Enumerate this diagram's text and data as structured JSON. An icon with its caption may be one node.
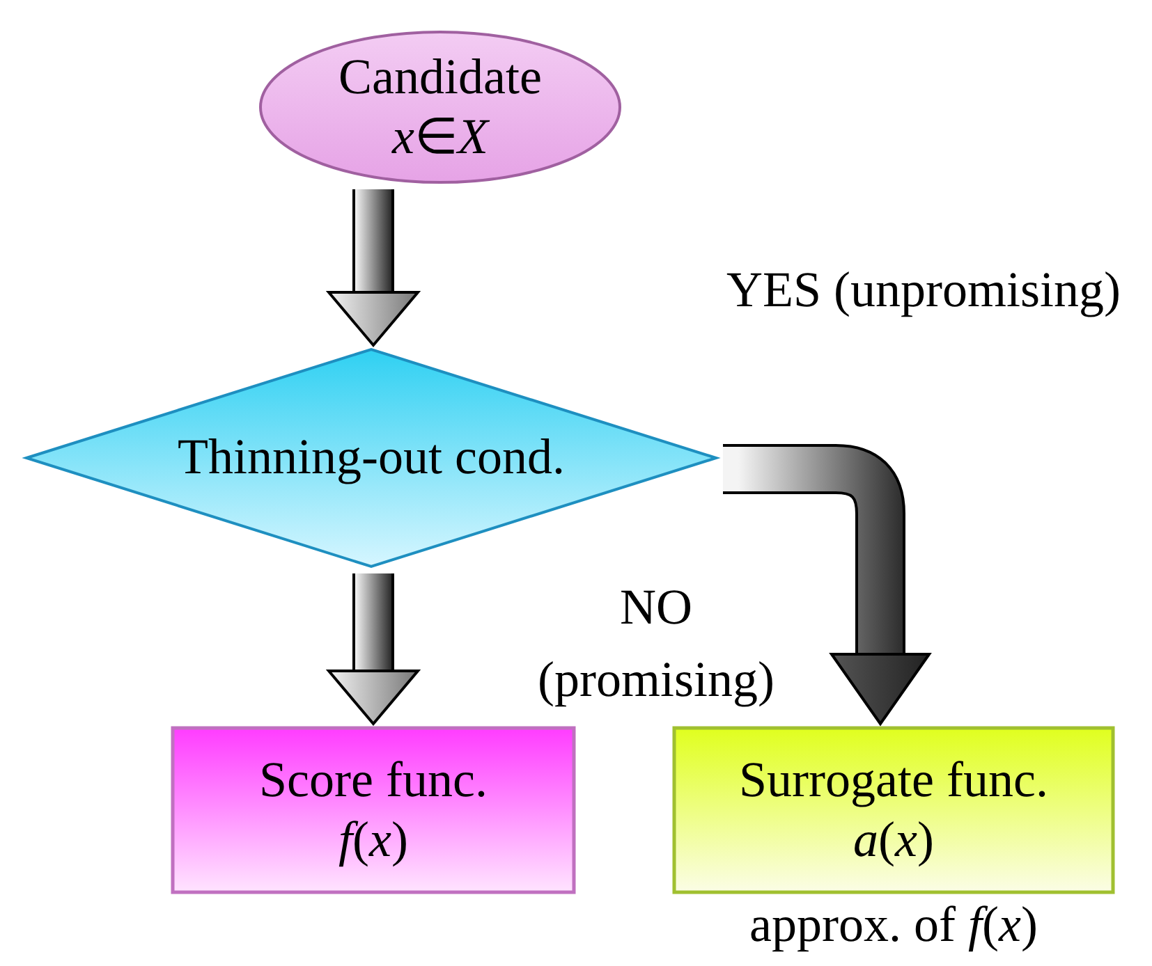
{
  "diagram": {
    "nodes": [
      {
        "text": [
          "Candidate",
          "*x*∈*X*"
        ]
      },
      {
        "text": [
          "Thinning-out cond."
        ]
      },
      {
        "text": [
          "Score func.",
          "*f*(*x*)"
        ]
      },
      {
        "text": [
          "Surrogate func.",
          "*a*(*x*)"
        ],
        "beside": [
          "approx. of *f*(*x*)"
        ]
      }
    ],
    "edges": [
      {
        "from": 0,
        "to": 1,
        "arrow": "to"
      },
      {
        "from": 1,
        "to": 2,
        "arrow": "to",
        "label": "NO (promising)"
      },
      {
        "from": 1,
        "to": 3,
        "arrow": "to",
        "label": "YES (unpromising)"
      }
    ]
  }
}
